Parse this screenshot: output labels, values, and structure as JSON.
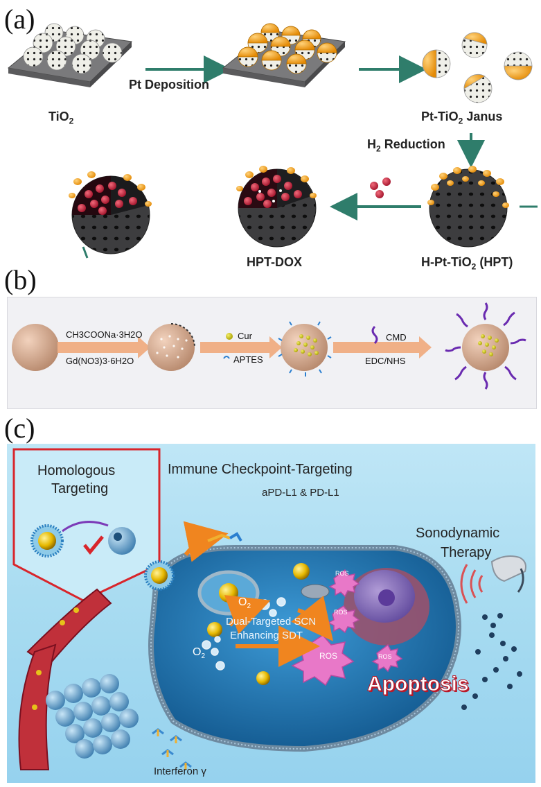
{
  "panel_a": {
    "letter": "(a)",
    "tio2": "TiO",
    "tio2_sub": "2",
    "pt_deposition": "Pt Deposition",
    "janus_a": "Pt-TiO",
    "janus_sub": "2",
    "janus_b": " Janus",
    "h2_a": "H",
    "h2_sub": "2",
    "h2_b": " Reduction",
    "hpt_dox": "HPT-DOX",
    "hpt_a": "H-Pt-TiO",
    "hpt_sub": "2",
    "hpt_b": " (HPT)"
  },
  "panel_b": {
    "letter": "(b)",
    "reagent1": "CH3COONa·3H2O",
    "reagent2": "Gd(NO3)3·6H2O",
    "cur": "Cur",
    "aptes": "APTES",
    "cmd": "CMD",
    "edc": "EDC/NHS"
  },
  "panel_c": {
    "letter": "(c)",
    "homologous": "Homologous",
    "targeting": "Targeting",
    "immune": "Immune Checkpoint-Targeting",
    "apdl1": "aPD-L1 & PD-L1",
    "sono1": "Sonodynamic",
    "sono2": "Therapy",
    "ros": "ROS",
    "o2": "O",
    "o2_sub": "2",
    "dual1": "Dual-Targeted SCN",
    "dual2": "Enhancing SDT",
    "apoptosis": "Apoptosis",
    "interferon": "Interferon γ"
  },
  "colors": {
    "arrow_teal": "#2f7d6b",
    "gold": "#f2a31b",
    "bead": "#c41f3c",
    "tan": "#dcae92",
    "cmd_purple": "#6a2bb0",
    "frame_red": "#d8252b",
    "cell_blue": "#2a84c4"
  }
}
